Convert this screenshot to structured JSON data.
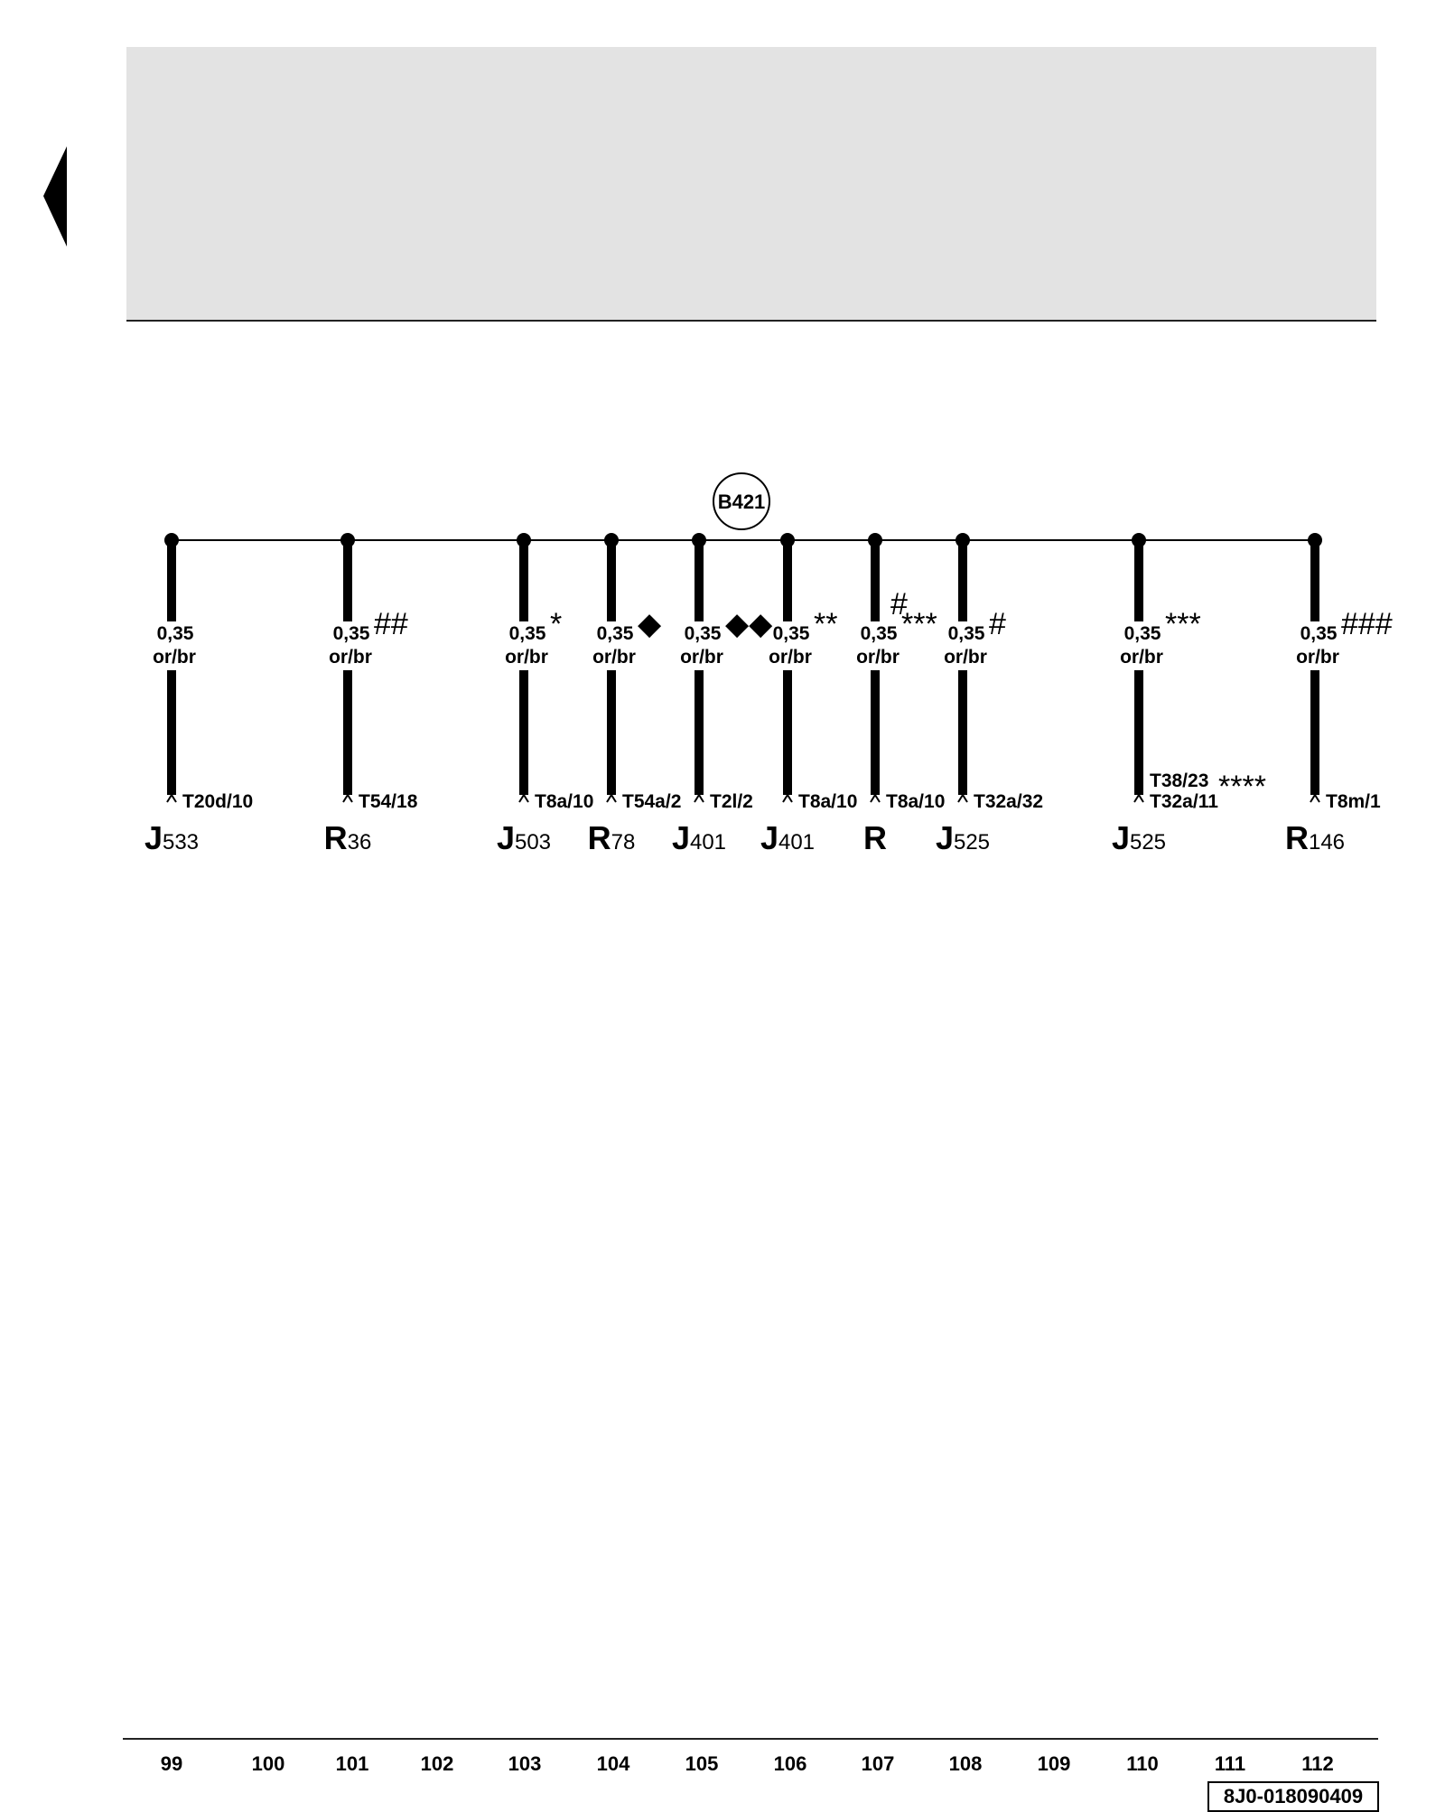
{
  "bus": {
    "label": "B421"
  },
  "branches": [
    {
      "wire": "0,35",
      "color": "or/br",
      "mark": "",
      "mark2": "",
      "connector": "T20d/10",
      "connector2": "",
      "conn_mark": "",
      "comp": "J",
      "sub": "533"
    },
    {
      "wire": "0,35",
      "color": "or/br",
      "mark": "##",
      "mark2": "",
      "connector": "T54/18",
      "connector2": "",
      "conn_mark": "",
      "comp": "R",
      "sub": "36"
    },
    {
      "wire": "0,35",
      "color": "or/br",
      "mark": "*",
      "mark2": "",
      "connector": "T8a/10",
      "connector2": "",
      "conn_mark": "",
      "comp": "J",
      "sub": "503"
    },
    {
      "wire": "0,35",
      "color": "or/br",
      "mark": "◆",
      "mark2": "",
      "connector": "T54a/2",
      "connector2": "",
      "conn_mark": "",
      "comp": "R",
      "sub": "78"
    },
    {
      "wire": "0,35",
      "color": "or/br",
      "mark": "◆◆",
      "mark2": "",
      "connector": "T2l/2",
      "connector2": "",
      "conn_mark": "",
      "comp": "J",
      "sub": "401"
    },
    {
      "wire": "0,35",
      "color": "or/br",
      "mark": "**",
      "mark2": "",
      "connector": "T8a/10",
      "connector2": "",
      "conn_mark": "",
      "comp": "J",
      "sub": "401"
    },
    {
      "wire": "0,35",
      "color": "or/br",
      "mark": "***",
      "mark2": "#",
      "connector": "T8a/10",
      "connector2": "",
      "conn_mark": "",
      "comp": "R",
      "sub": ""
    },
    {
      "wire": "0,35",
      "color": "or/br",
      "mark": "#",
      "mark2": "",
      "connector": "T32a/32",
      "connector2": "",
      "conn_mark": "",
      "comp": "J",
      "sub": "525"
    },
    {
      "wire": "0,35",
      "color": "or/br",
      "mark": "***",
      "mark2": "",
      "connector": "T32a/11",
      "connector2": "T38/23",
      "conn_mark": "****",
      "comp": "J",
      "sub": "525"
    },
    {
      "wire": "0,35",
      "color": "or/br",
      "mark": "###",
      "mark2": "",
      "connector": "T8m/1",
      "connector2": "",
      "conn_mark": "",
      "comp": "R",
      "sub": "146"
    }
  ],
  "footer": {
    "columns": [
      "99",
      "100",
      "101",
      "102",
      "103",
      "104",
      "105",
      "106",
      "107",
      "108",
      "109",
      "110",
      "111",
      "112"
    ],
    "doc_id": "8J0-018090409"
  }
}
